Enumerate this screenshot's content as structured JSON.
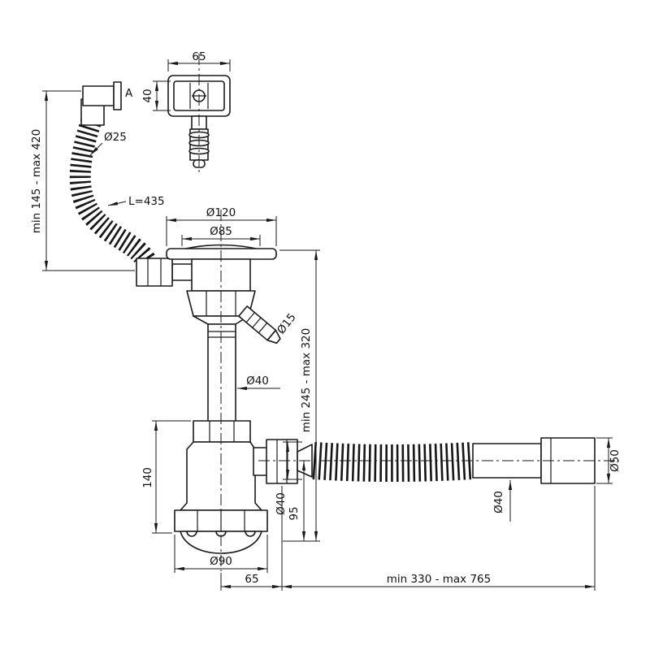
{
  "drawing": {
    "description": "Technical dimension drawing of a sink bottle trap (siphon) with overflow hose and flexible outlet pipe",
    "line_color": "#1a1a1a",
    "background_color": "#ffffff"
  },
  "labels": {
    "overflow_width": "65",
    "overflow_depth": "40",
    "overflow_marker": "A",
    "overflow_hose_diameter": "Ø25",
    "overflow_height_range": "min 145 - max 420",
    "overflow_hose_length": "L=435",
    "grate_outer_diameter": "Ø120",
    "grate_inner_diameter": "Ø85",
    "appliance_nipple_diameter": "Ø15",
    "riser_pipe_diameter": "Ø40",
    "riser_height_range": "min 245 - max 320",
    "trap_height": "140",
    "outlet_diameter": "Ø40",
    "outlet_drop": "95",
    "flex_pipe_diameter": "Ø40",
    "end_connector_diameter": "Ø50",
    "trap_cup_diameter": "Ø90",
    "outlet_horizontal_offset": "65",
    "outlet_length_range": "min 330 - max 765"
  }
}
